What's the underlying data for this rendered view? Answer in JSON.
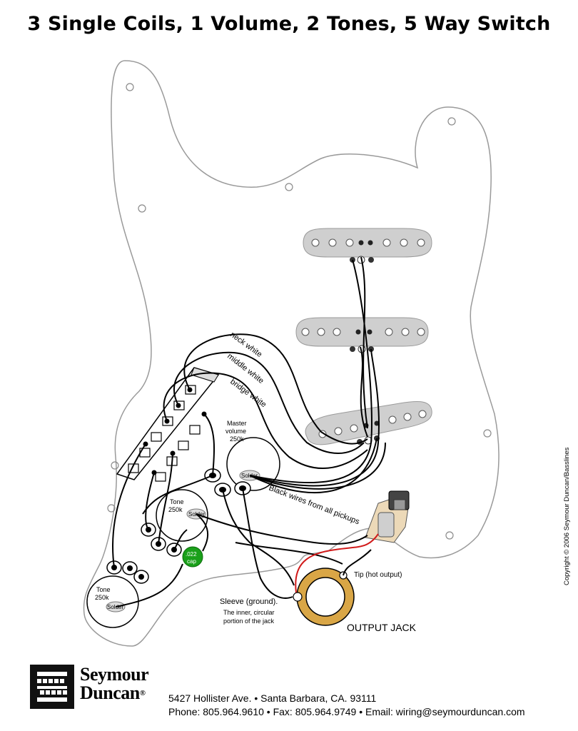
{
  "title": "3 Single Coils, 1 Volume, 2 Tones, 5 Way Switch",
  "labels": {
    "neck_white": "neck white",
    "middle_white": "middle white",
    "bridge_white": "bridge white",
    "master_volume_1": "Master",
    "master_volume_2": "volume",
    "master_volume_3": "250k",
    "solder": "Solder",
    "tone1_1": "Tone",
    "tone1_2": "250k",
    "tone2_1": "Tone",
    "tone2_2": "250k",
    "cap_1": ".022",
    "cap_2": "cap",
    "black_wires": "Black wires from all pickups",
    "tip": "Tip (hot output)",
    "sleeve": "Sleeve (ground).",
    "sleeve_desc_1": "The inner, circular",
    "sleeve_desc_2": "portion of the jack",
    "output_jack": "OUTPUT JACK"
  },
  "footer": {
    "brand_line1": "Seymour",
    "brand_line2": "Duncan",
    "registered": "®",
    "address": "5427 Hollister Ave.  •  Santa Barbara, CA. 93111",
    "contact": "Phone: 805.964.9610  •  Fax: 805.964.9749  •  Email: wiring@seymourduncan.com"
  },
  "copyright": "Copyright © 2006 Seymour Duncan/Basslines",
  "colors": {
    "pickguard_fill": "#ffffff",
    "pickguard_stroke": "#9a9a9a",
    "pickup_fill": "#cfcfcf",
    "wire": "#000000",
    "hot_wire": "#d11a1a",
    "cap": "#1aa01a",
    "jack_ring": "#d9a646"
  }
}
